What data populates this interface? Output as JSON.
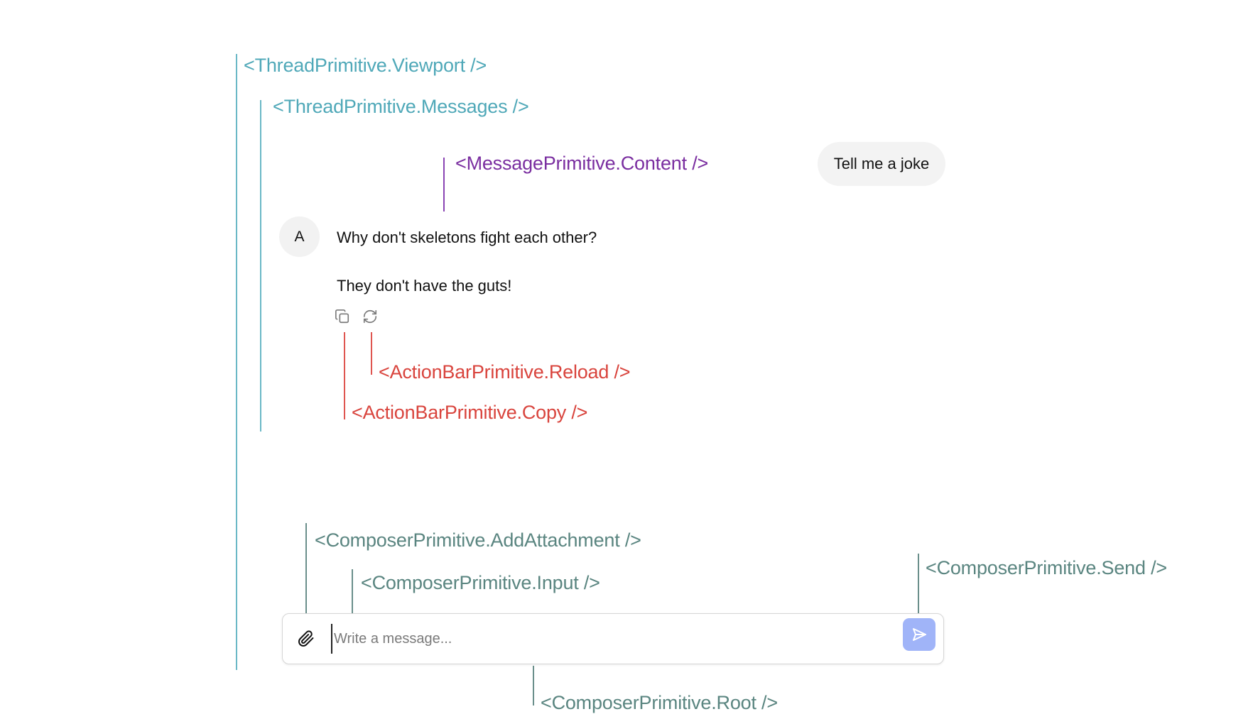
{
  "annotations": {
    "viewport": "<ThreadPrimitive.Viewport />",
    "messages": "<ThreadPrimitive.Messages />",
    "message_content": "<MessagePrimitive.Content />",
    "action_reload": "<ActionBarPrimitive.Reload />",
    "action_copy": "<ActionBarPrimitive.Copy />",
    "composer_add_attachment": "<ComposerPrimitive.AddAttachment />",
    "composer_input": "<ComposerPrimitive.Input />",
    "composer_send": "<ComposerPrimitive.Send />",
    "composer_root": "<ComposerPrimitive.Root />"
  },
  "colors": {
    "viewport": "#4fa8b8",
    "message_content": "#7a2ea0",
    "action_bar": "#d9443d",
    "composer": "#5a8580",
    "send_button": "#a0b4f8",
    "bubble_bg": "#f3f3f3"
  },
  "thread": {
    "user_message": "Tell me a joke",
    "assistant": {
      "avatar_initial": "A",
      "lines": [
        "Why don't skeletons fight each other?",
        "They don't have the guts!"
      ],
      "actions": [
        {
          "name": "copy",
          "icon": "copy-icon"
        },
        {
          "name": "reload",
          "icon": "refresh-icon"
        }
      ]
    }
  },
  "composer": {
    "placeholder": "Write a message...",
    "value": "",
    "attach_icon": "paperclip-icon",
    "send_icon": "send-icon"
  }
}
